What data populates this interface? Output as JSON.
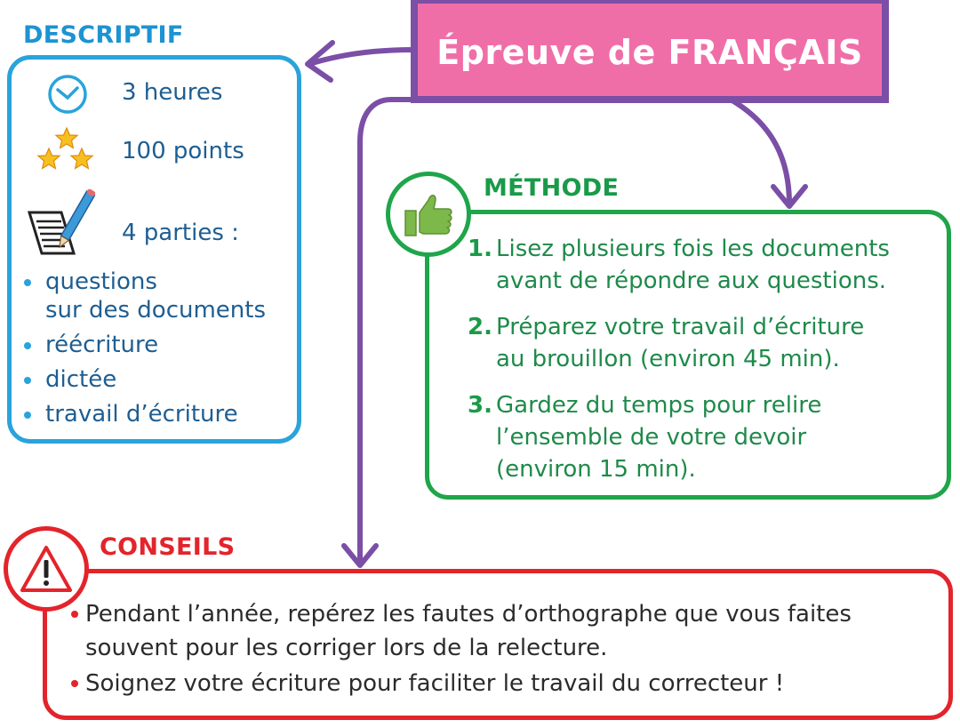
{
  "title": "Épreuve de FRANÇAIS",
  "colors": {
    "title_fill": "#F06EA8",
    "connector_purple": "#7B4FA6",
    "descriptif_blue": "#29A3DC",
    "descriptif_text": "#1E5E92",
    "methode_green": "#1FA54A",
    "conseils_red": "#E3242B"
  },
  "descriptif": {
    "heading": "DESCRIPTIF",
    "facts": [
      {
        "icon": "clock-icon",
        "label": "3 heures"
      },
      {
        "icon": "stars-icon",
        "label": "100 points"
      },
      {
        "icon": "document-pencil-icon",
        "label": "4 parties :"
      }
    ],
    "parts": [
      {
        "line1": "questions",
        "line2": "sur des documents"
      },
      {
        "line1": "réécriture"
      },
      {
        "line1": "dictée"
      },
      {
        "line1": "travail d’écriture"
      }
    ]
  },
  "methode": {
    "heading": "MÉTHODE",
    "icon": "thumbs-up-icon",
    "steps": [
      {
        "num": "1.",
        "line1": "Lisez plusieurs fois les documents",
        "line2": "avant de répondre aux questions."
      },
      {
        "num": "2.",
        "line1": "Préparez votre travail d’écriture",
        "line2": "au brouillon (environ 45 min)."
      },
      {
        "num": "3.",
        "line1": "Gardez du temps pour relire",
        "line2": "l’ensemble de votre devoir",
        "line3": "(environ 15 min)."
      }
    ]
  },
  "conseils": {
    "heading": "CONSEILS",
    "icon": "warning-icon",
    "tips": [
      {
        "line1": "Pendant l’année, repérez les fautes d’orthographe que vous faites",
        "line2": "souvent pour les corriger lors de la relecture."
      },
      {
        "line1": "Soignez votre écriture pour faciliter le travail du correcteur !"
      }
    ]
  }
}
